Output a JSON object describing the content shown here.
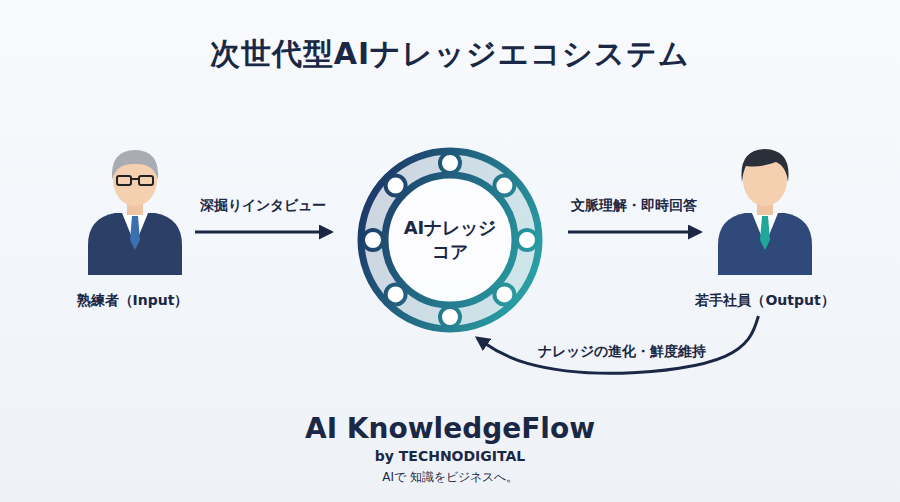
{
  "diagram": {
    "title": "次世代型AIナレッジエコシステム",
    "nodes": [
      {
        "text": [
          "熟練者（Input）"
        ]
      },
      {
        "text": [
          "AIナレッジ コア"
        ]
      },
      {
        "text": [
          "若手社員（Output）"
        ]
      }
    ],
    "edges": [
      {
        "from": 0,
        "to": 1,
        "arrow": "to",
        "label": "深掘りインタビュー"
      },
      {
        "from": 1,
        "to": 2,
        "arrow": "to",
        "label": "文脈理解・即時回答"
      },
      {
        "from": 2,
        "to": 1,
        "arrow": "to",
        "label": "ナレッジの進化・鮮度維持"
      }
    ],
    "labels": [
      "AI KnowledgeFlow",
      "by TECHNODIGITAL",
      "AIで 知識をビジネスへ。"
    ]
  }
}
